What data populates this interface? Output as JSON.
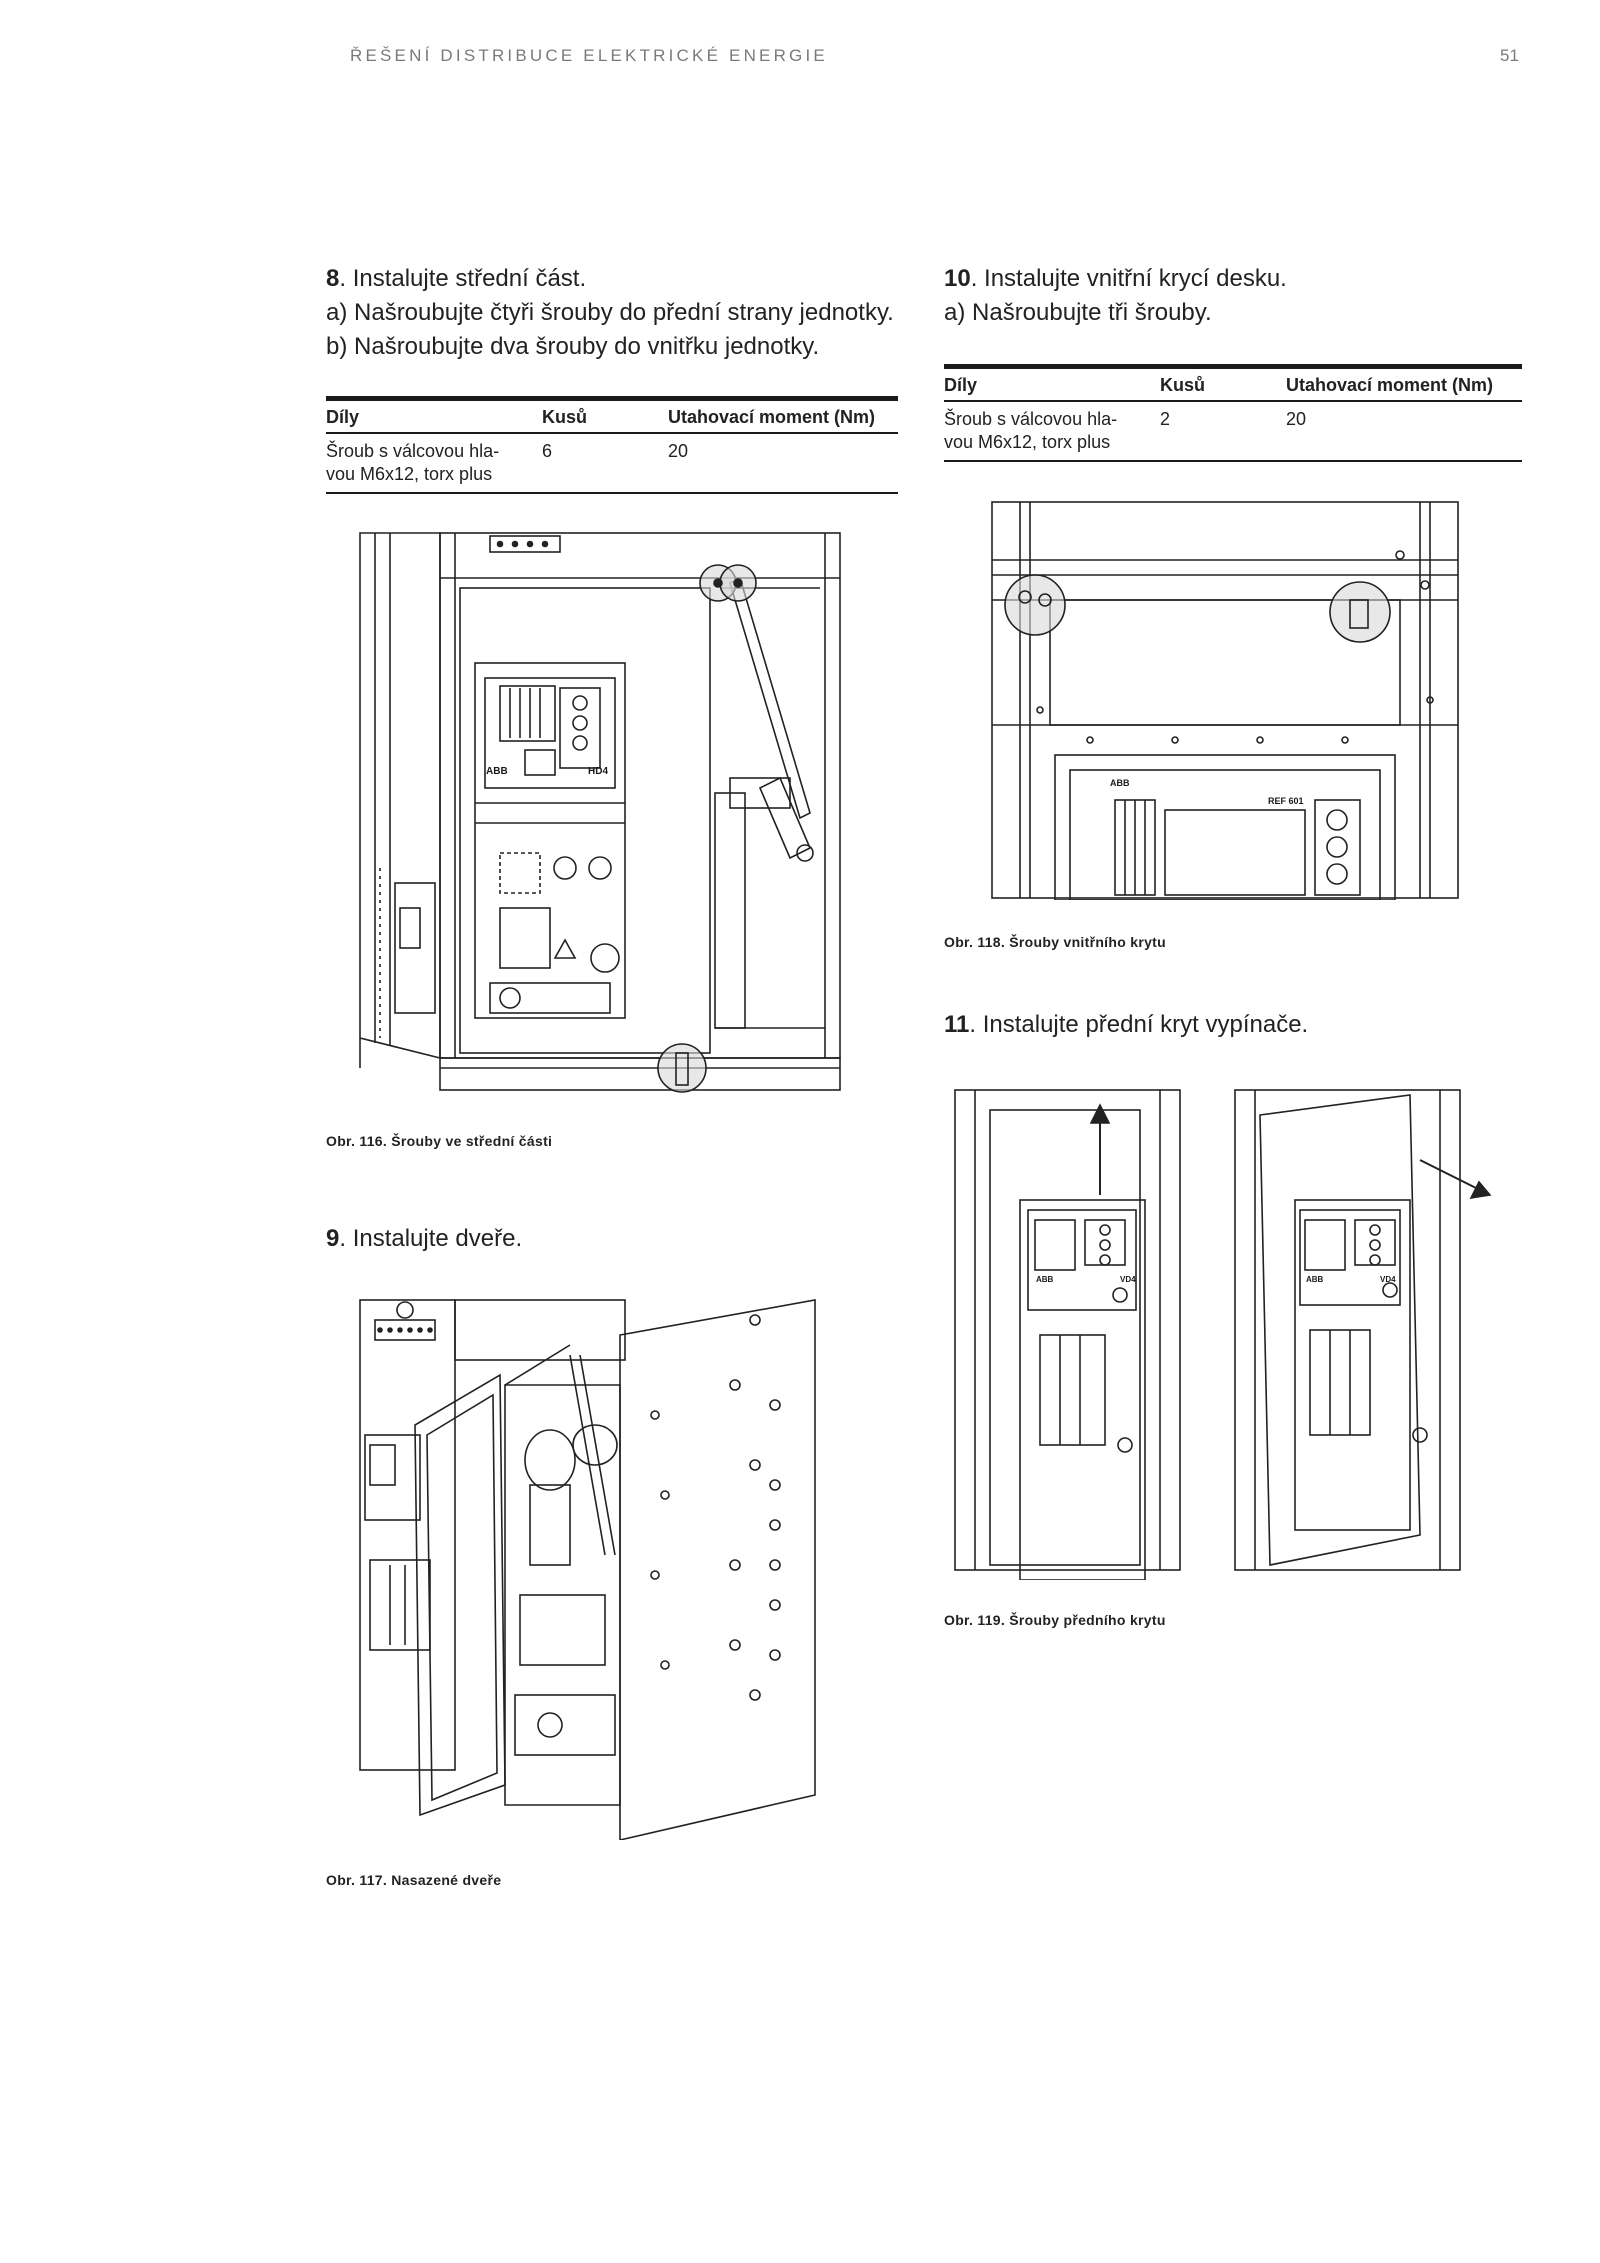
{
  "header": {
    "title": "ŘEŠENÍ DISTRIBUCE ELEKTRICKÉ ENERGIE",
    "page_number": "51"
  },
  "table_columns": {
    "parts": "Díly",
    "count": "Kusů",
    "torque": "Utahovací moment (Nm)"
  },
  "step8": {
    "number": "8",
    "title": ". Instalujte střední část.",
    "line_a": "a) Našroubujte čtyři šrouby do přední strany jednotky.",
    "line_b": "b) Našroubujte dva šrouby do vnitřku jednotky.",
    "row": {
      "part_line1": "Šroub s válcovou hla-",
      "part_line2": "vou M6x12, torx plus",
      "count": "6",
      "torque": "20"
    },
    "caption": "Obr. 116. Šrouby ve střední části"
  },
  "step9": {
    "number": "9",
    "title": ". Instalujte dveře.",
    "caption": "Obr. 117. Nasazené dveře"
  },
  "step10": {
    "number": "10",
    "title": ". Instalujte vnitřní krycí desku.",
    "line_a": "a) Našroubujte tři šrouby.",
    "row": {
      "part_line1": "Šroub s válcovou hla-",
      "part_line2": "vou M6x12, torx plus",
      "count": "2",
      "torque": "20"
    },
    "caption": "Obr. 118. Šrouby vnitřního krytu"
  },
  "step11": {
    "number": "11",
    "title": ". Instalujte přední kryt vypínače.",
    "caption": "Obr. 119. Šrouby předního krytu"
  },
  "figure_labels": {
    "abb": "ABB",
    "hd4": "HD4",
    "vd4": "VD4",
    "relay": "REF 601"
  }
}
